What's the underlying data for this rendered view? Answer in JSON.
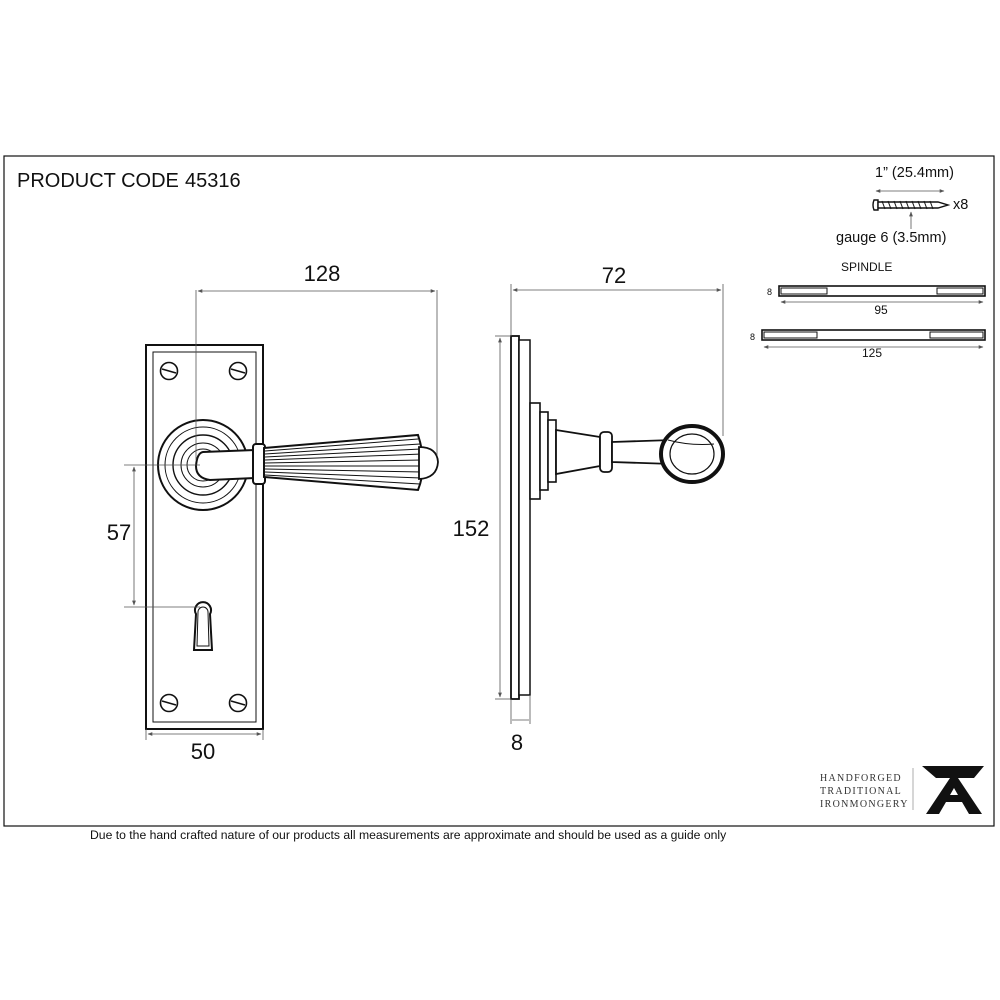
{
  "header": {
    "product_code_label": "PRODUCT CODE",
    "product_code": "45316"
  },
  "screws": {
    "length_label": "1” (25.4mm)",
    "quantity": "x8",
    "gauge_label": "gauge 6 (3.5mm)"
  },
  "spindle": {
    "title": "SPINDLE",
    "short": {
      "thickness": "8",
      "length": "95"
    },
    "long": {
      "thickness": "8",
      "length": "125"
    }
  },
  "front_view": {
    "handle_projection": "128",
    "centre_distance": "57",
    "plate_width": "50"
  },
  "side_view": {
    "projection": "72",
    "plate_height": "152",
    "plate_thickness": "8"
  },
  "brand": {
    "line1": "HANDFORGED",
    "line2": "TRADITIONAL",
    "line3": "IRONMONGERY"
  },
  "footer": {
    "disclaimer": "Due to the hand crafted nature of our products all measurements are approximate and should be used as a guide only"
  },
  "colors": {
    "line": "#111111",
    "dim_line": "#555555",
    "background": "#ffffff"
  }
}
